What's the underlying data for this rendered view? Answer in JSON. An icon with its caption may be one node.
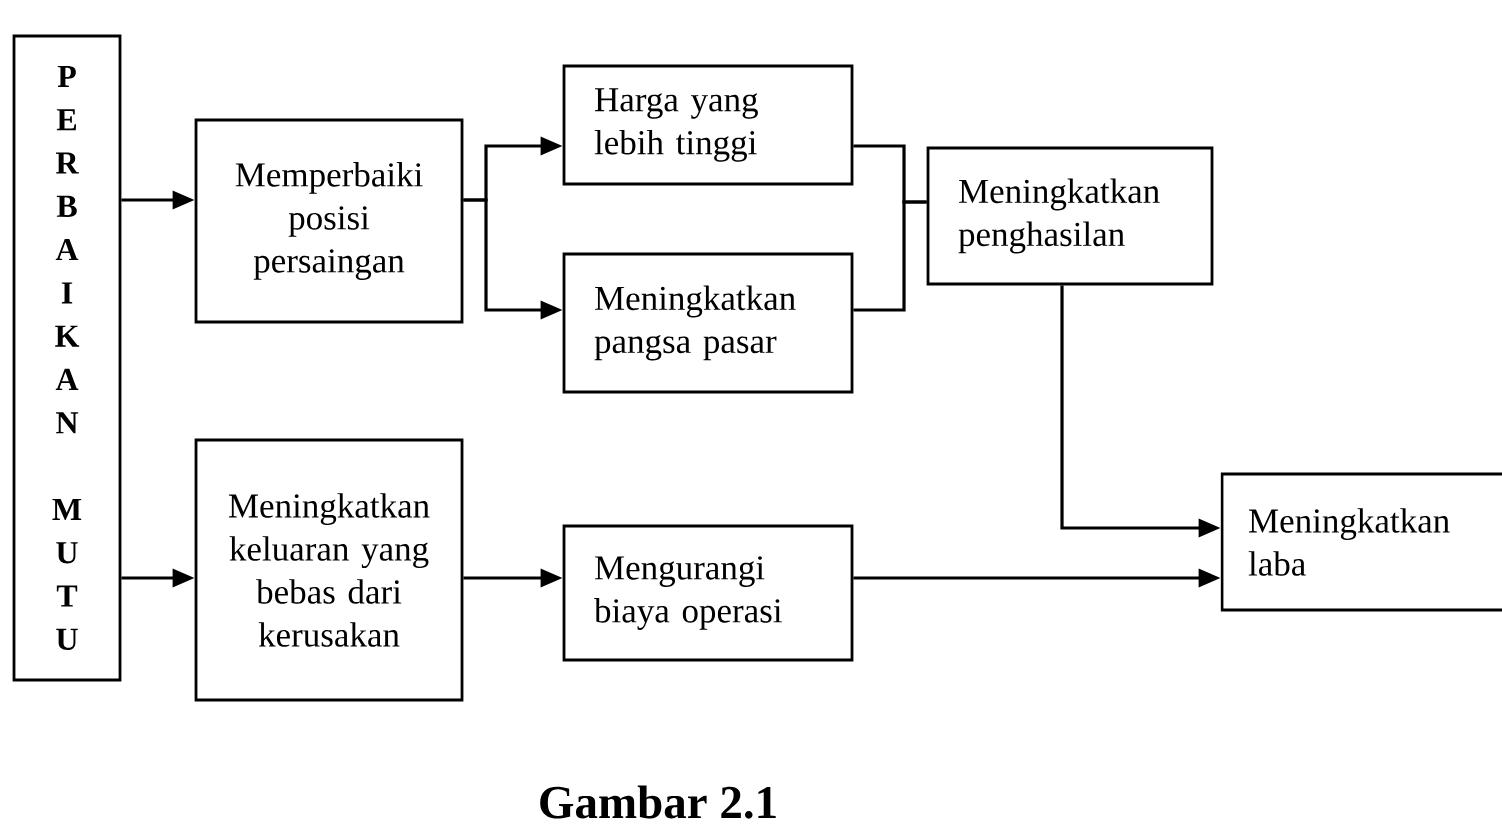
{
  "diagram": {
    "caption": "Gambar 2.1",
    "nodes": [
      {
        "text": [
          "PERBAIKAN MUTU"
        ]
      },
      {
        "text": [
          "Memperbaiki posisi persaingan"
        ]
      },
      {
        "text": [
          "Harga yang lebih tinggi"
        ]
      },
      {
        "text": [
          "Meningkatkan pangsa pasar"
        ]
      },
      {
        "text": [
          "Meningkatkan penghasilan"
        ]
      },
      {
        "text": [
          "Meningkatkan keluaran yang bebas dari kerusakan"
        ]
      },
      {
        "text": [
          "Mengurangi biaya operasi"
        ]
      },
      {
        "text": [
          "Meningkatkan laba"
        ]
      }
    ],
    "edges": [
      {
        "from": 0,
        "to": 1,
        "arrow": "to"
      },
      {
        "from": 0,
        "to": 5,
        "arrow": "to"
      },
      {
        "from": 1,
        "to": 2,
        "arrow": "to"
      },
      {
        "from": 1,
        "to": 3,
        "arrow": "to"
      },
      {
        "from": 2,
        "to": 4,
        "arrow": "none"
      },
      {
        "from": 3,
        "to": 4,
        "arrow": "none"
      },
      {
        "from": 4,
        "to": 7,
        "arrow": "to"
      },
      {
        "from": 5,
        "to": 6,
        "arrow": "to"
      },
      {
        "from": 6,
        "to": 7,
        "arrow": "to"
      }
    ]
  }
}
